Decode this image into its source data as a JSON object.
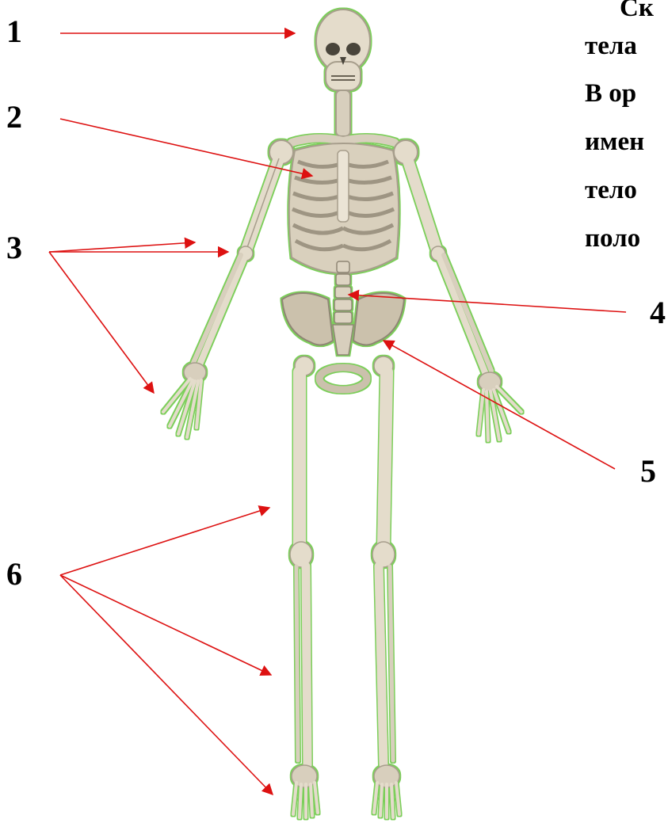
{
  "labels": {
    "n1": "1",
    "n2": "2",
    "n3": "3",
    "n4": "4",
    "n5": "5",
    "n6": "6"
  },
  "side_text": {
    "line1": "Ск",
    "line2": "тела",
    "line3": "В ор",
    "line4": "имен",
    "line5": "тело",
    "line6": "поло"
  },
  "colors": {
    "arrow": "#dd1111",
    "bone": "#e4dccb",
    "bone_shade": "#a79e8c",
    "outline": "#7ccf5a"
  }
}
